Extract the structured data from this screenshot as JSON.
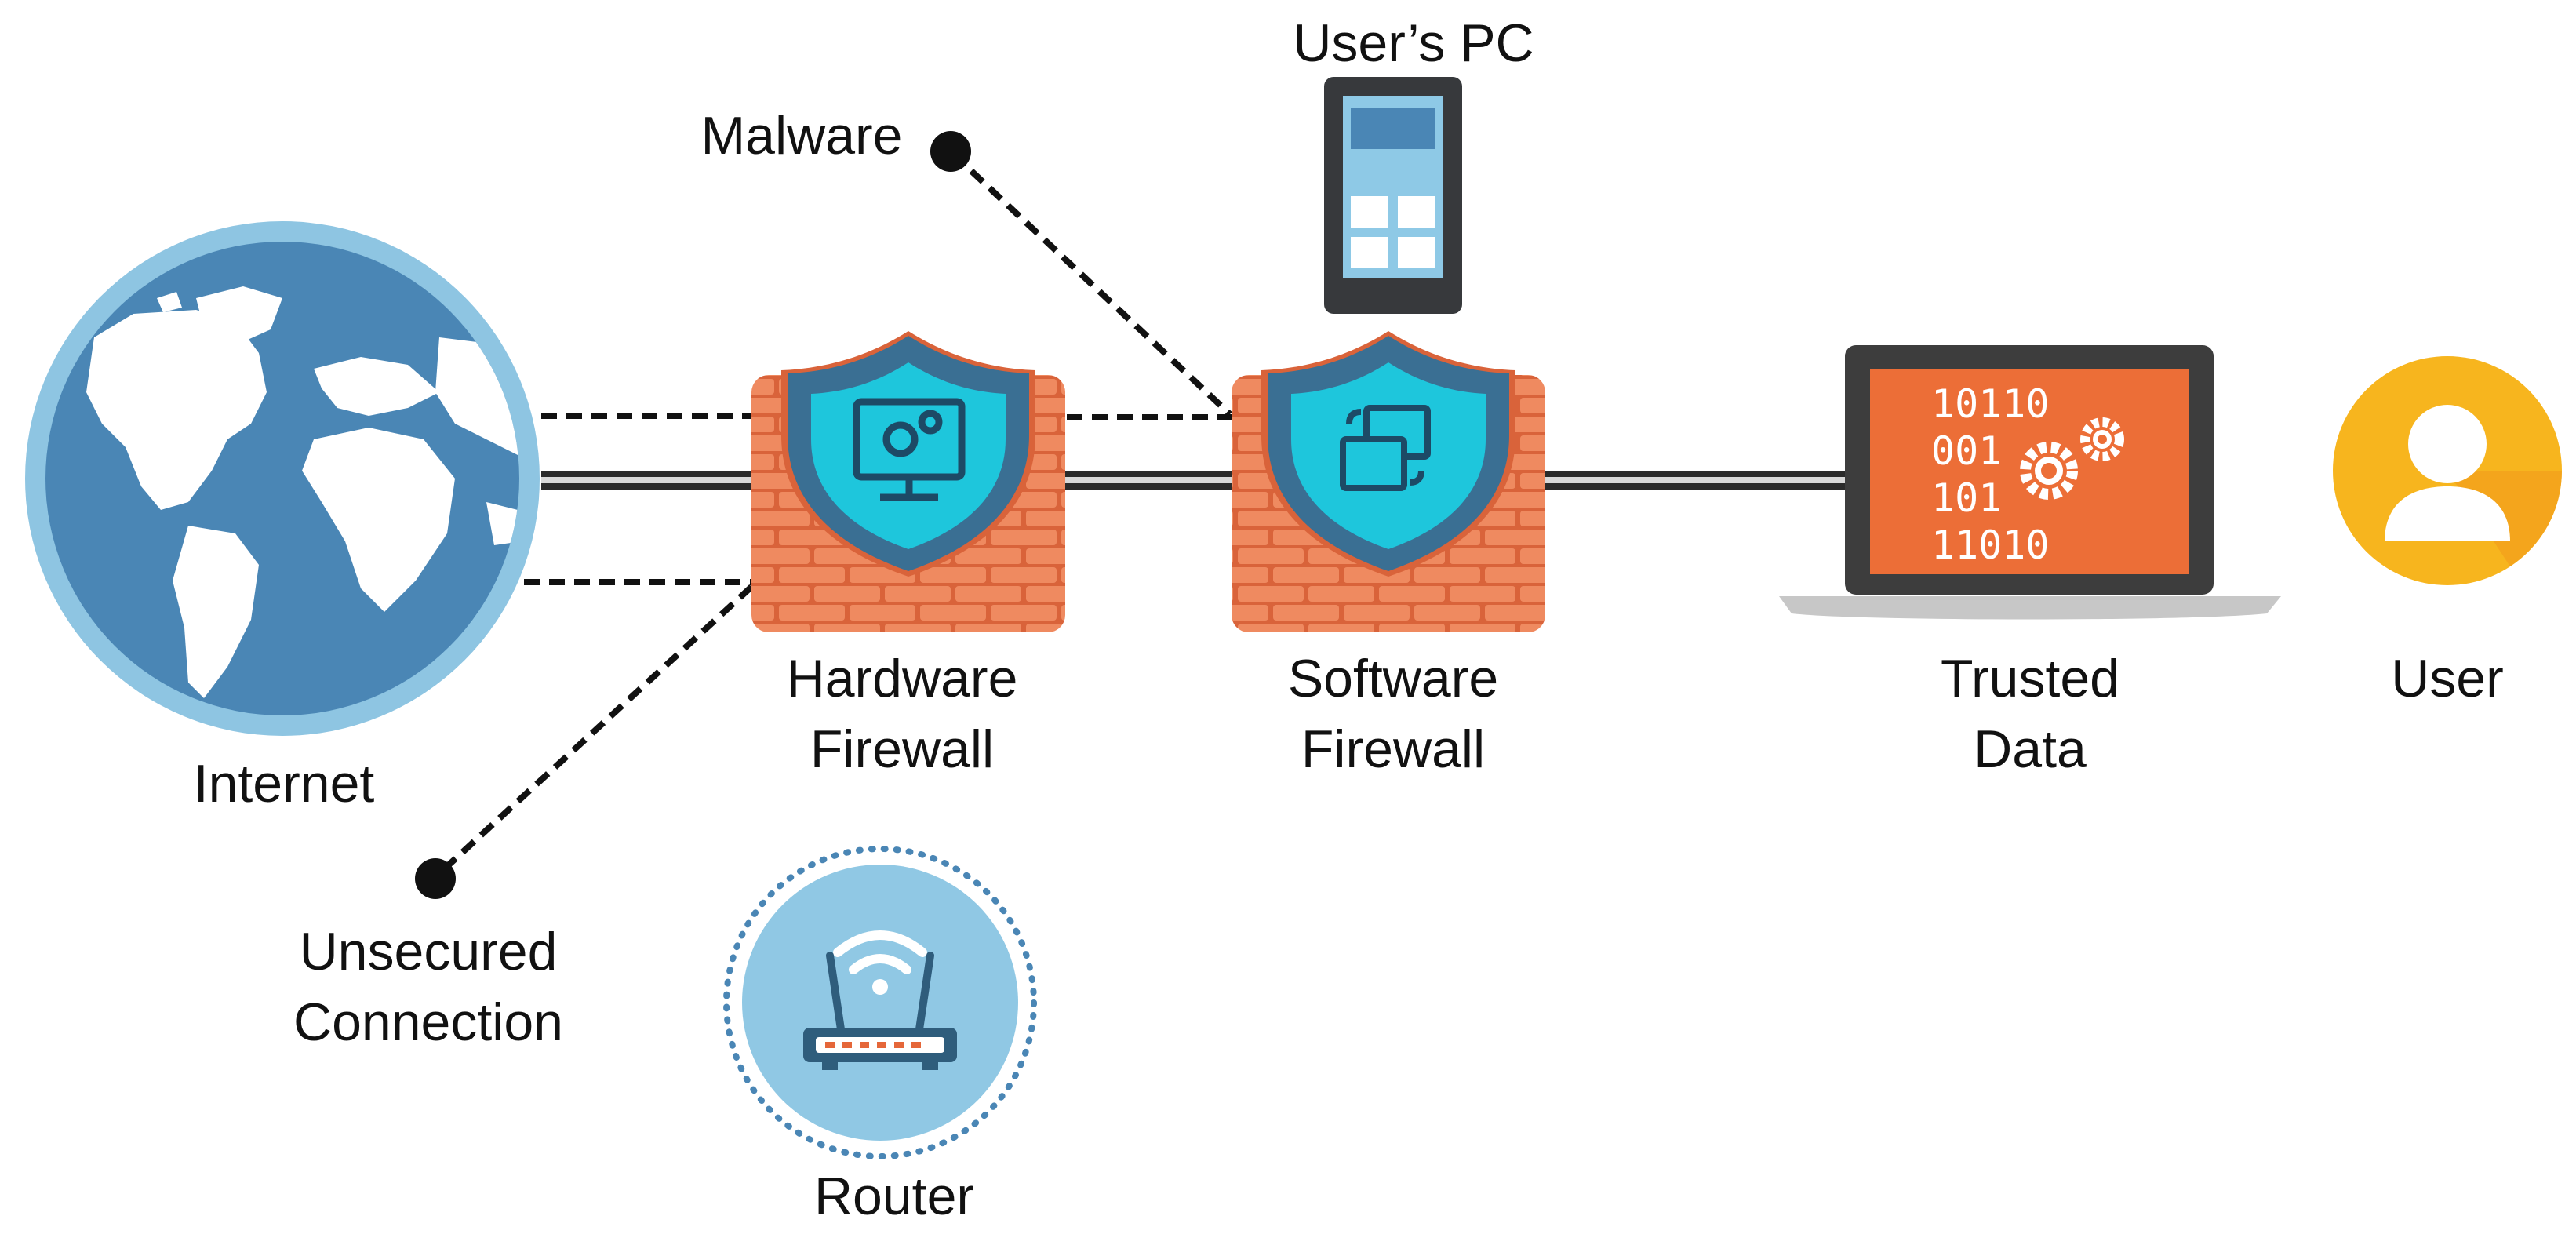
{
  "labels": {
    "internet": "Internet",
    "malware": "Malware",
    "users_pc": "User’s PC",
    "hardware_firewall_1": "Hardware",
    "hardware_firewall_2": "Firewall",
    "software_firewall_1": "Software",
    "software_firewall_2": "Firewall",
    "trusted_data_1": "Trusted",
    "trusted_data_2": "Data",
    "user": "User",
    "unsecured_connection_1": "Unsecured",
    "unsecured_connection_2": "Connection",
    "router": "Router"
  },
  "laptop_code": [
    "10110",
    "001",
    "101",
    "11010"
  ],
  "icons": {
    "internet": "globe-icon",
    "hardware_firewall": "brick-wall-shield-monitor-gear-icon",
    "software_firewall": "brick-wall-shield-windows-icon",
    "users_pc": "mobile-device-icon",
    "trusted_data": "laptop-binary-gears-icon",
    "user": "user-avatar-icon",
    "router": "wifi-router-icon"
  },
  "colors": {
    "globe_ring": "#8ec5e2",
    "globe_ocean": "#4a86b5",
    "brick": "#ef8a60",
    "brick_mortar": "#d9633a",
    "shield_outer": "#3a6f93",
    "shield_inner": "#1ec6dc",
    "laptop_screen": "#ec6e37",
    "laptop_frame": "#3d3d3d",
    "user_circle": "#f7b51e",
    "router_circle": "#90c8e4",
    "router_body": "#2f5d7c",
    "router_lights": "#e5673a",
    "device_body": "#37393c",
    "device_screen": "#8ec9e6",
    "device_header": "#4a86b5",
    "dashed_link": "#111111"
  }
}
